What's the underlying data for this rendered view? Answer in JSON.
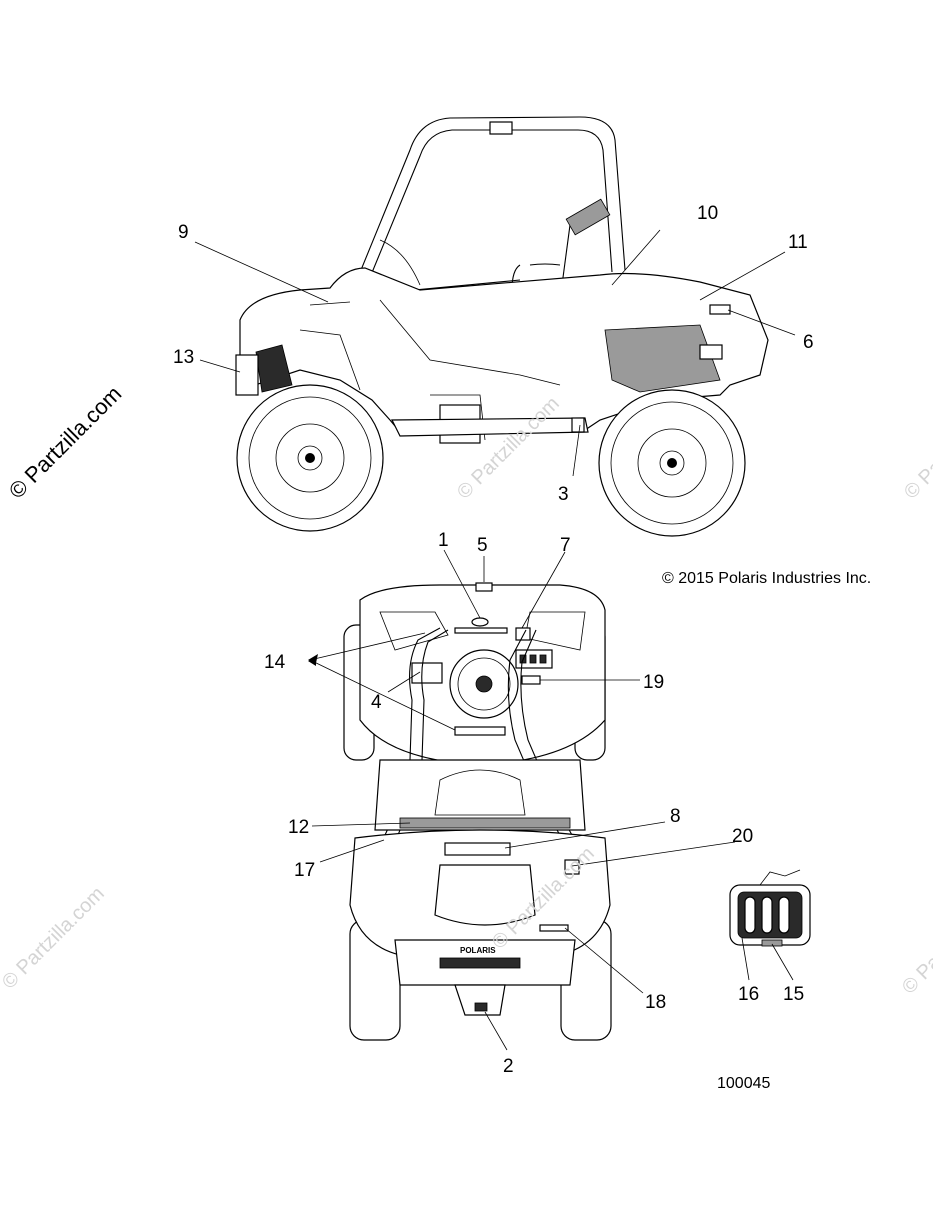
{
  "watermarks": {
    "main": "© Partzilla.com",
    "faint": "© Partzilla.com"
  },
  "copyright": "© 2015 Polaris Industries Inc.",
  "diagram_id": "100045",
  "grille_text": "POLARIS",
  "callouts": {
    "c1": "1",
    "c2": "2",
    "c3": "3",
    "c4": "4",
    "c5": "5",
    "c6": "6",
    "c7": "7",
    "c8": "8",
    "c9": "9",
    "c10": "10",
    "c11": "11",
    "c12": "12",
    "c13": "13",
    "c14": "14",
    "c15": "15",
    "c16": "16",
    "c17": "17",
    "c18": "18",
    "c19": "19",
    "c20": "20"
  }
}
